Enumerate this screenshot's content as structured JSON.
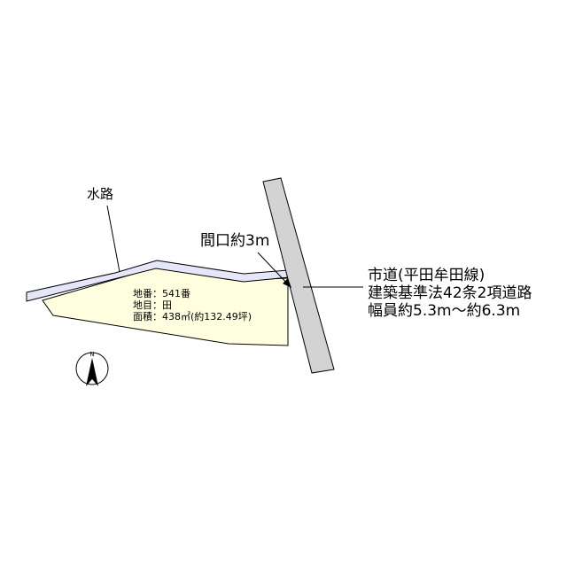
{
  "labels": {
    "waterway": "水路",
    "frontage": "間口約3m"
  },
  "parcel": {
    "lot_number": "地番：541番",
    "land_category": "地目：田",
    "area": "面積：438㎡(約132.49坪)"
  },
  "road": {
    "name": "市道(平田牟田線)",
    "law": "建築基準法42条2項道路",
    "width": "幅員約5.3m～約6.3m"
  },
  "compass": {
    "north_label": "N"
  },
  "colors": {
    "parcel_fill": "#ffffe0",
    "waterway_fill": "#e6e6fa",
    "road_fill": "#d3d3d3",
    "outline": "#000000",
    "compass_fill": "#000000"
  }
}
